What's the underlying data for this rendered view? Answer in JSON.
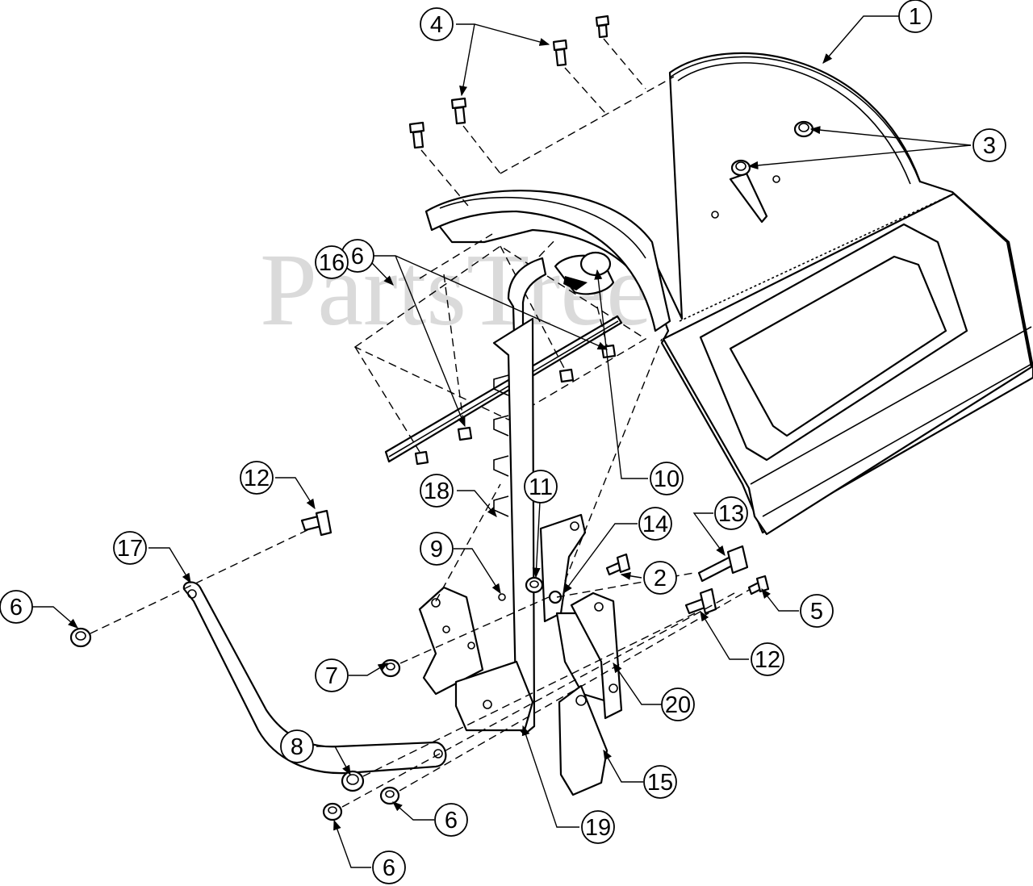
{
  "watermark": "PartsTree",
  "callouts": [
    {
      "id": "1",
      "label": "1"
    },
    {
      "id": "2",
      "label": "2"
    },
    {
      "id": "3",
      "label": "3"
    },
    {
      "id": "4",
      "label": "4"
    },
    {
      "id": "5",
      "label": "5"
    },
    {
      "id": "6a",
      "label": "6"
    },
    {
      "id": "6b",
      "label": "6"
    },
    {
      "id": "6c",
      "label": "6"
    },
    {
      "id": "6d",
      "label": "6"
    },
    {
      "id": "7",
      "label": "7"
    },
    {
      "id": "8",
      "label": "8"
    },
    {
      "id": "9",
      "label": "9"
    },
    {
      "id": "10",
      "label": "10"
    },
    {
      "id": "11",
      "label": "11"
    },
    {
      "id": "12a",
      "label": "12"
    },
    {
      "id": "12b",
      "label": "12"
    },
    {
      "id": "13",
      "label": "13"
    },
    {
      "id": "14",
      "label": "14"
    },
    {
      "id": "15",
      "label": "15"
    },
    {
      "id": "16",
      "label": "16"
    },
    {
      "id": "17",
      "label": "17"
    },
    {
      "id": "18",
      "label": "18"
    },
    {
      "id": "19",
      "label": "19"
    },
    {
      "id": "20",
      "label": "20"
    }
  ]
}
